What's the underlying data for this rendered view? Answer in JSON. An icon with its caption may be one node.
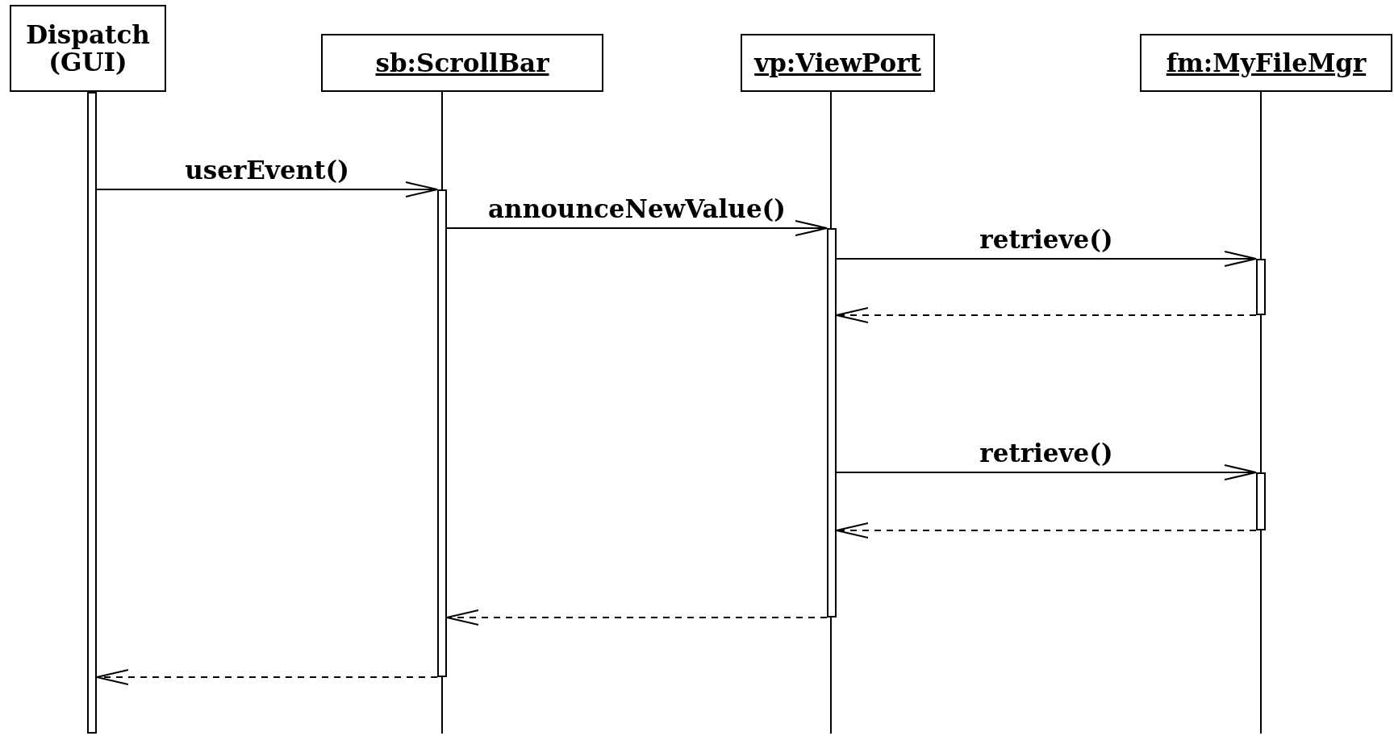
{
  "diagram": {
    "nodes": [
      {
        "text": [
          "Dispatch (GUI)"
        ]
      },
      {
        "text": [
          "sb:ScrollBar"
        ]
      },
      {
        "text": [
          "vp:ViewPort"
        ]
      },
      {
        "text": [
          "fm:MyFileMgr"
        ]
      },
      {
        "text": [],
        "shape": "bar"
      },
      {
        "text": [],
        "shape": "bar"
      },
      {
        "text": [],
        "shape": "bar"
      },
      {
        "text": [],
        "shape": "bar"
      },
      {
        "text": [],
        "shape": "bar"
      }
    ],
    "edges": [
      {
        "from": 4,
        "to": 5,
        "arrow": "to",
        "label": "userEvent()"
      },
      {
        "from": 5,
        "to": 6,
        "arrow": "to",
        "label": "announceNewValue()"
      },
      {
        "from": 6,
        "to": 7,
        "arrow": "to",
        "label": "retrieve()"
      },
      {
        "from": 7,
        "to": 6,
        "arrow": "to",
        "style": "dashed"
      },
      {
        "from": 6,
        "to": 8,
        "arrow": "to",
        "label": "retrieve()"
      },
      {
        "from": 8,
        "to": 6,
        "arrow": "to",
        "style": "dashed"
      },
      {
        "from": 6,
        "to": 5,
        "arrow": "to",
        "style": "dashed"
      },
      {
        "from": 5,
        "to": 4,
        "arrow": "to",
        "style": "dashed"
      }
    ]
  }
}
